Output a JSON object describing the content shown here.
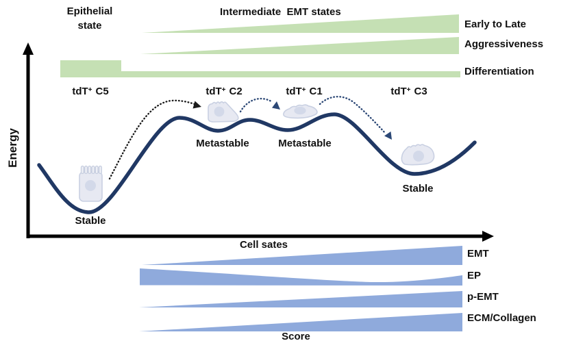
{
  "colors": {
    "green": "#c5e0b4",
    "blue": "#8faadc",
    "navy_curve": "#203864",
    "arrow_dark": "#1b1b1b",
    "arrow_navy": "#2c4876",
    "cell_fill": "#e7e9f2",
    "cell_stroke": "#c9d0e2",
    "nucleus": "#d3d9e9",
    "text": "#111111"
  },
  "top_panel": {
    "epithelial_state": {
      "line1": "Epithelial",
      "line2": "state"
    },
    "heading": "Intermediate  EMT states",
    "gradient_bars": [
      {
        "label": "Early to Late",
        "shape": "wedge-increasing-left-to-right"
      },
      {
        "label": "Aggressiveness",
        "shape": "wedge-increasing-left-to-right"
      },
      {
        "label": "Differentiation",
        "shape": "high-block-at-epithelial-then-thin-band"
      }
    ],
    "clusters": [
      {
        "prefix": "tdT",
        "sup": "+",
        "id": "C5"
      },
      {
        "prefix": "tdT",
        "sup": "+",
        "id": "C2"
      },
      {
        "prefix": "tdT",
        "sup": "+",
        "id": "C1"
      },
      {
        "prefix": "tdT",
        "sup": "+",
        "id": "C3"
      }
    ]
  },
  "energy_landscape": {
    "y_axis_label": "Energy",
    "x_axis_label": "Cell sates",
    "well_labels": [
      {
        "text": "Stable",
        "cluster": "C5"
      },
      {
        "text": "Metastable",
        "cluster": "C2"
      },
      {
        "text": "Metastable",
        "cluster": "C1"
      },
      {
        "text": "Stable",
        "cluster": "C3"
      }
    ],
    "transitions": [
      {
        "from": "C5",
        "to": "C2"
      },
      {
        "from": "C2",
        "to": "C1"
      },
      {
        "from": "C1",
        "to": "C3"
      }
    ]
  },
  "score_panel": {
    "axis_label": "Score",
    "bars": [
      {
        "label": "EMT",
        "trend": "increasing"
      },
      {
        "label": "EP",
        "trend": "high-then-decreasing"
      },
      {
        "label": "p-EMT",
        "trend": "increasing"
      },
      {
        "label": "ECM/Collagen",
        "trend": "increasing"
      }
    ]
  }
}
